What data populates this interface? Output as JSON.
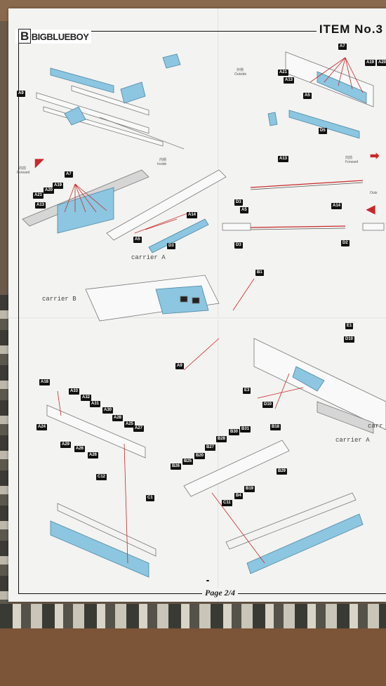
{
  "header": {
    "logo_text": "BIGBLUEBOY",
    "item_no": "ITEM No.3"
  },
  "footer": {
    "page": "Page 2/4"
  },
  "captions": {
    "carrier_a_top": "carrier A",
    "carrier_b": "carrier B",
    "carrier_a_bottom": "carrier A",
    "carr": "carr"
  },
  "direction_labels": {
    "outside_top": "Outside",
    "outside_top_cn": "外侧",
    "forward_left": "Forward",
    "forward_left_cn": "向前",
    "inside": "Inside",
    "inside_cn": "内侧",
    "forward_right": "Forward",
    "forward_right_cn": "向前",
    "outside_right": "Outs"
  },
  "part_tags": [
    "A9",
    "A7",
    "A19",
    "A20",
    "A21",
    "A13",
    "A5",
    "D5",
    "A7",
    "A19",
    "A20",
    "A21",
    "A13",
    "A14",
    "A5",
    "D3",
    "A13",
    "D3",
    "A5",
    "A14",
    "D3",
    "D2",
    "B1",
    "E1",
    "D10",
    "A9",
    "E3",
    "D10",
    "A18",
    "A33",
    "A32",
    "A31",
    "A30",
    "A28",
    "A25",
    "A27",
    "A24",
    "A29",
    "A26",
    "A26",
    "C12",
    "B18",
    "B31",
    "B30",
    "B28",
    "B27",
    "B20",
    "B25",
    "B26",
    "B29",
    "B19",
    "B4",
    "C11",
    "C1"
  ],
  "colors": {
    "part_blue": "#8cc6e0",
    "line_red": "#c8282a",
    "paper": "#f3f3f1"
  }
}
